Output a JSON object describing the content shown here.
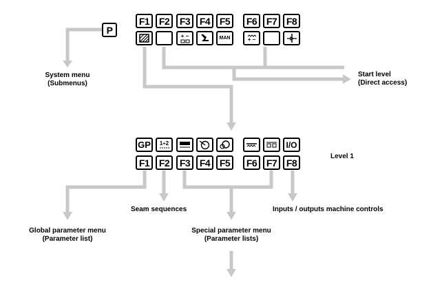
{
  "panel": {
    "p_key": "P",
    "function_keys": [
      "F1",
      "F2",
      "F3",
      "F4",
      "F5",
      "F6",
      "F7",
      "F8"
    ],
    "start_icons": [
      "hatched-square-icon",
      "blank-icon",
      "plus-minus-counter-icon",
      "presser-foot-icon",
      "man-icon",
      "stitch-plus-minus-icon",
      "blank-icon",
      "needle-thread-icon"
    ],
    "man_text": "MAN",
    "pm_text": "+ −",
    "level1_icons_text": {
      "gp": "GP",
      "seq": "1÷2",
      "io": "I/O"
    },
    "level1_icons": [
      "gp-icon",
      "sequence-icon",
      "seam-program-icon",
      "bobbin-icon",
      "double-bobbin-icon",
      "stitch-length-icon",
      "counter-icon",
      "inputs-outputs-icon"
    ]
  },
  "labels": {
    "system_menu": "System menu",
    "system_menu_sub": "(Submenus)",
    "start_level": "Start level",
    "start_level_sub": "(Direct access)",
    "level1": "Level 1",
    "seam_sequences": "Seam sequences",
    "inputs_outputs": "Inputs / outputs machine controls",
    "global_param": "Global parameter menu",
    "global_param_sub": "(Parameter list)",
    "special_param": "Special parameter menu",
    "special_param_sub": "(Parameter lists)"
  },
  "colors": {
    "arrow": "#c8c8c8",
    "key_border": "#000000"
  }
}
